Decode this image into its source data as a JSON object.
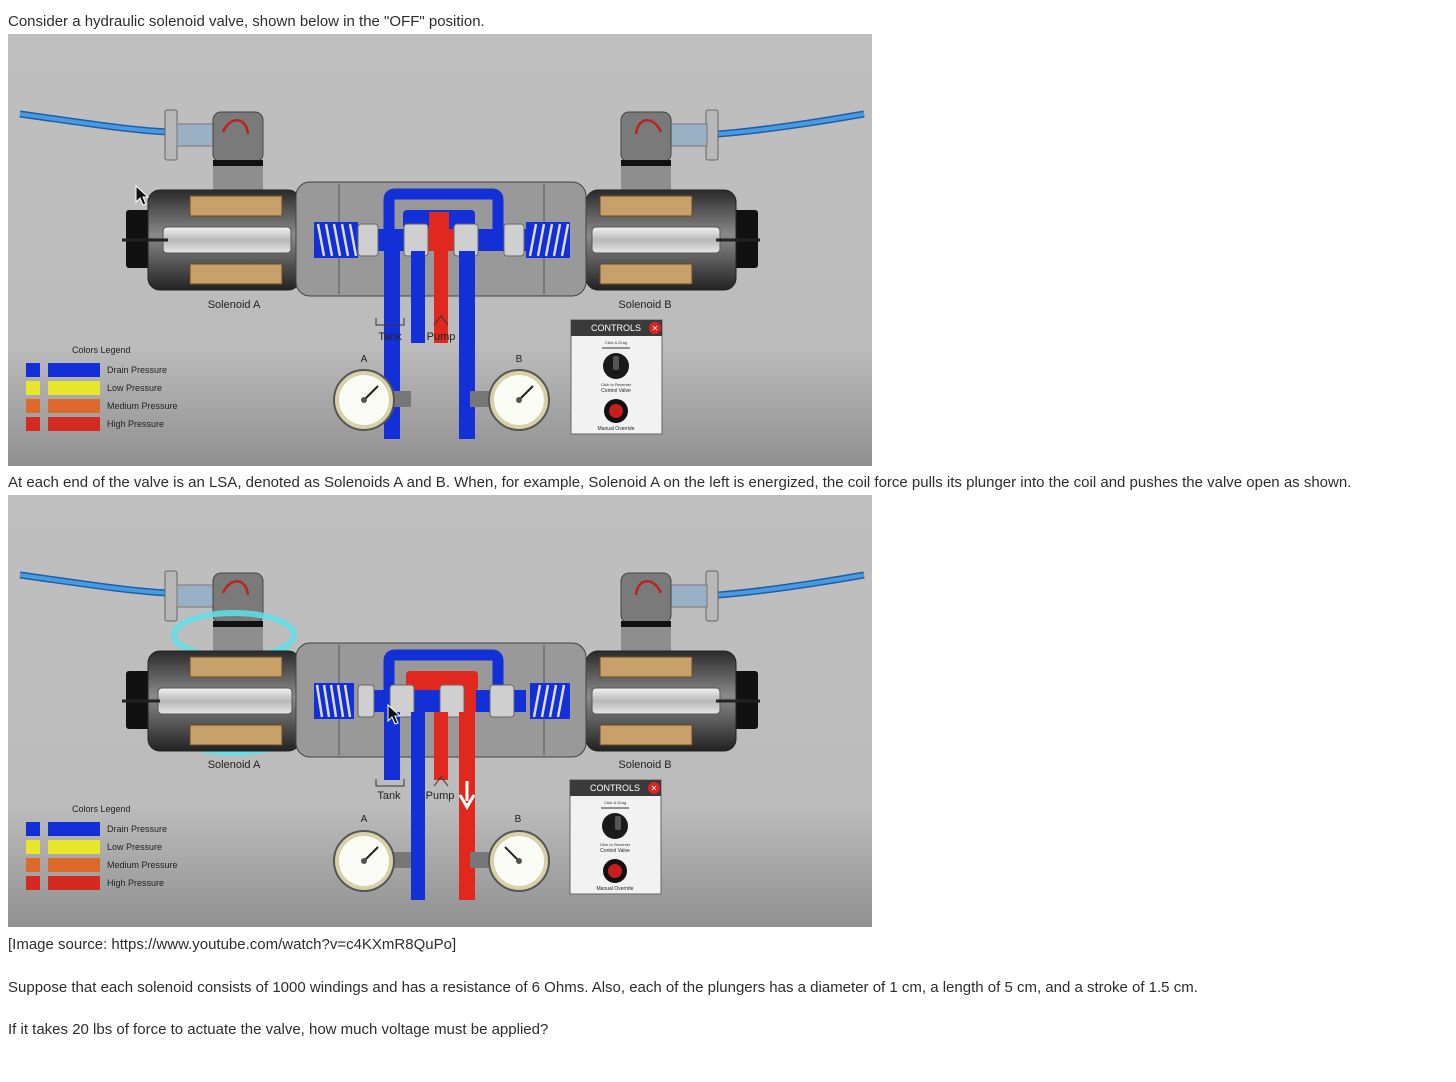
{
  "question": {
    "intro": "Consider a hydraulic solenoid valve, shown below in the \"OFF\" position.",
    "middle": "At each end of the valve is an LSA, denoted as Solenoids A and B. When, for example, Solenoid A on the left is energized, the coil force pulls its plunger into the coil and pushes the valve open as shown.",
    "source": "[Image source: https://www.youtube.com/watch?v=c4KXmR8QuPo]",
    "given": "Suppose that each solenoid consists of 1000 windings and has a resistance of 6 Ohms. Also, each of the plungers has a diameter of 1 cm, a length of 5 cm, and a stroke of 1.5 cm.",
    "ask": "If it takes 20 lbs of force to actuate the valve, how much voltage must be applied?"
  },
  "diagram": {
    "solenoid_a": "Solenoid A",
    "solenoid_b": "Solenoid B",
    "tank": "Tank",
    "pump": "Pump",
    "gauge_a": "A",
    "gauge_b": "B",
    "legend_title": "Colors Legend",
    "legend": [
      {
        "label": "Drain Pressure",
        "color": "#1330d8"
      },
      {
        "label": "Low Pressure",
        "color": "#e8e62a"
      },
      {
        "label": "Medium Pressure",
        "color": "#dd6a2a"
      },
      {
        "label": "High Pressure",
        "color": "#d42a22"
      }
    ],
    "controls": {
      "title": "CONTROLS",
      "drag_hint": "Click & Drag",
      "recenter_hint": "Click to Recenter",
      "control_valve": "Control Valve",
      "manual_override": "Manual Override"
    }
  },
  "colors": {
    "drain": "#1330d8",
    "high": "#e0281e",
    "hose": "#3a8ad8",
    "glow": "#5fe0e8"
  }
}
